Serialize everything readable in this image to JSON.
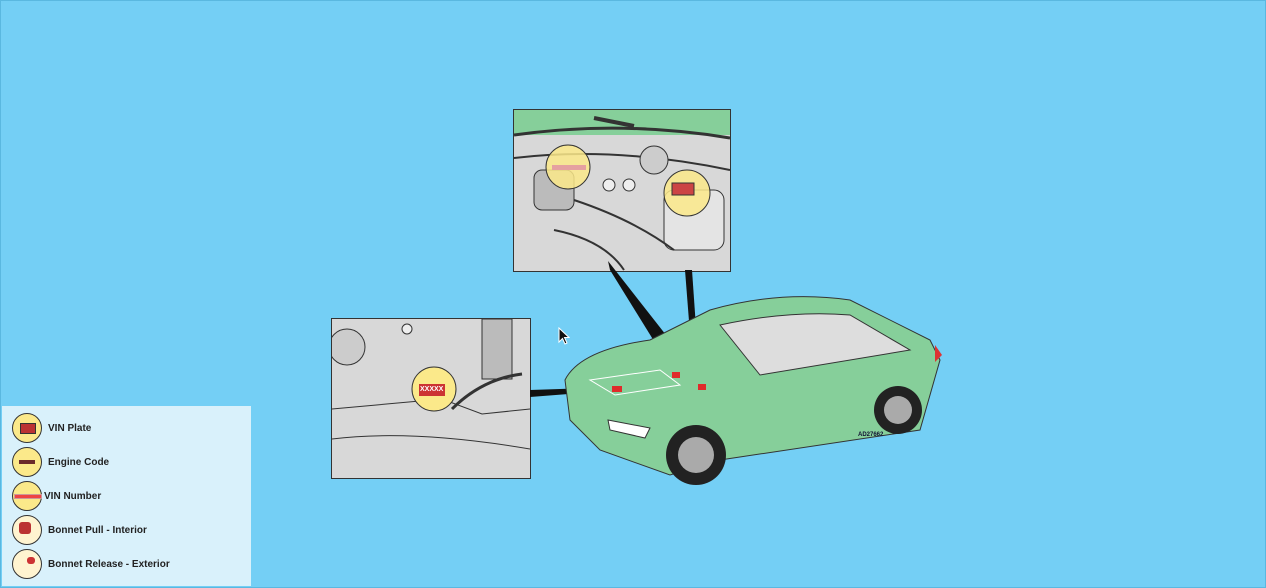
{
  "legend": {
    "items": [
      {
        "label": "VIN Plate",
        "icon": "vin-plate-icon"
      },
      {
        "label": "Engine Code",
        "icon": "engine-code-icon"
      },
      {
        "label": "VIN Number",
        "icon": "vin-number-icon"
      },
      {
        "label": "Bonnet Pull - Interior",
        "icon": "bonnet-pull-icon"
      },
      {
        "label": "Bonnet Release - Exterior",
        "icon": "bonnet-release-icon"
      }
    ]
  },
  "diagram": {
    "reference_code": "AD27662",
    "engine_code_marker": "XXXXX"
  },
  "colors": {
    "background": "#74cff5",
    "car": "#86cf9a",
    "highlight": "#fbe98a",
    "marker": "#e02b2b"
  }
}
